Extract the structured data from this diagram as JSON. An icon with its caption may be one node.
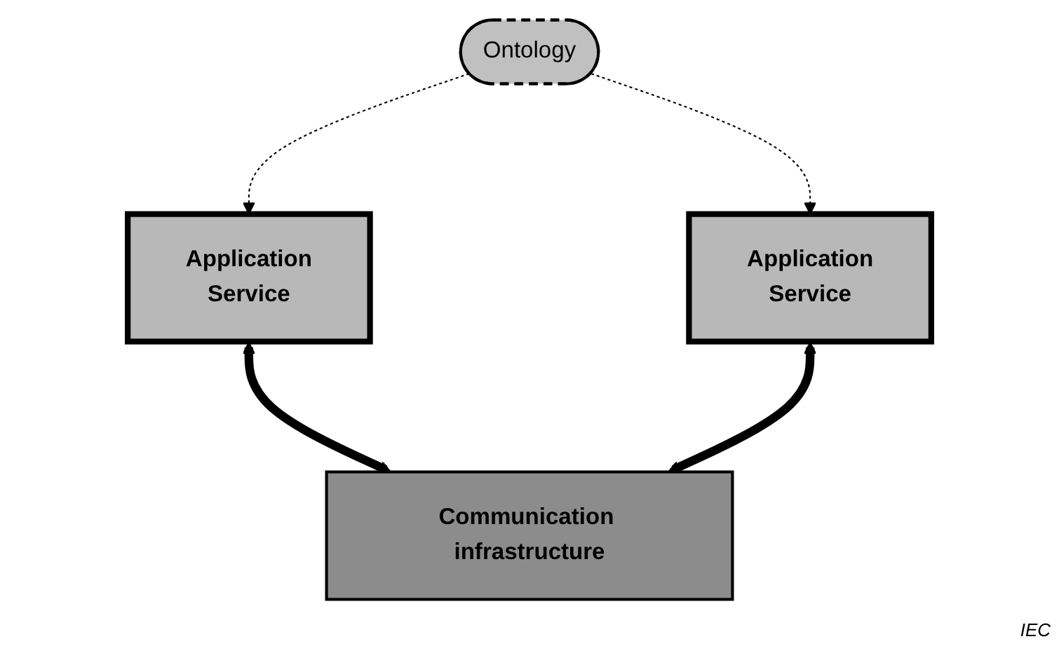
{
  "diagram": {
    "nodes": [
      {
        "text": [
          "Ontology"
        ]
      },
      {
        "text": [
          "Application",
          "Service"
        ]
      },
      {
        "text": [
          "Application",
          "Service"
        ]
      },
      {
        "text": [
          "Communication infrastructure"
        ]
      }
    ],
    "edges": [
      {
        "from": 0,
        "to": 1,
        "arrow": "to",
        "style": "dashed"
      },
      {
        "from": 0,
        "to": 2,
        "arrow": "to",
        "style": "dashed"
      },
      {
        "from": 1,
        "to": 3,
        "arrow": "both",
        "style": "thick"
      },
      {
        "from": 2,
        "to": 3,
        "arrow": "both",
        "style": "thick"
      }
    ],
    "labels": [
      "IEC"
    ]
  }
}
